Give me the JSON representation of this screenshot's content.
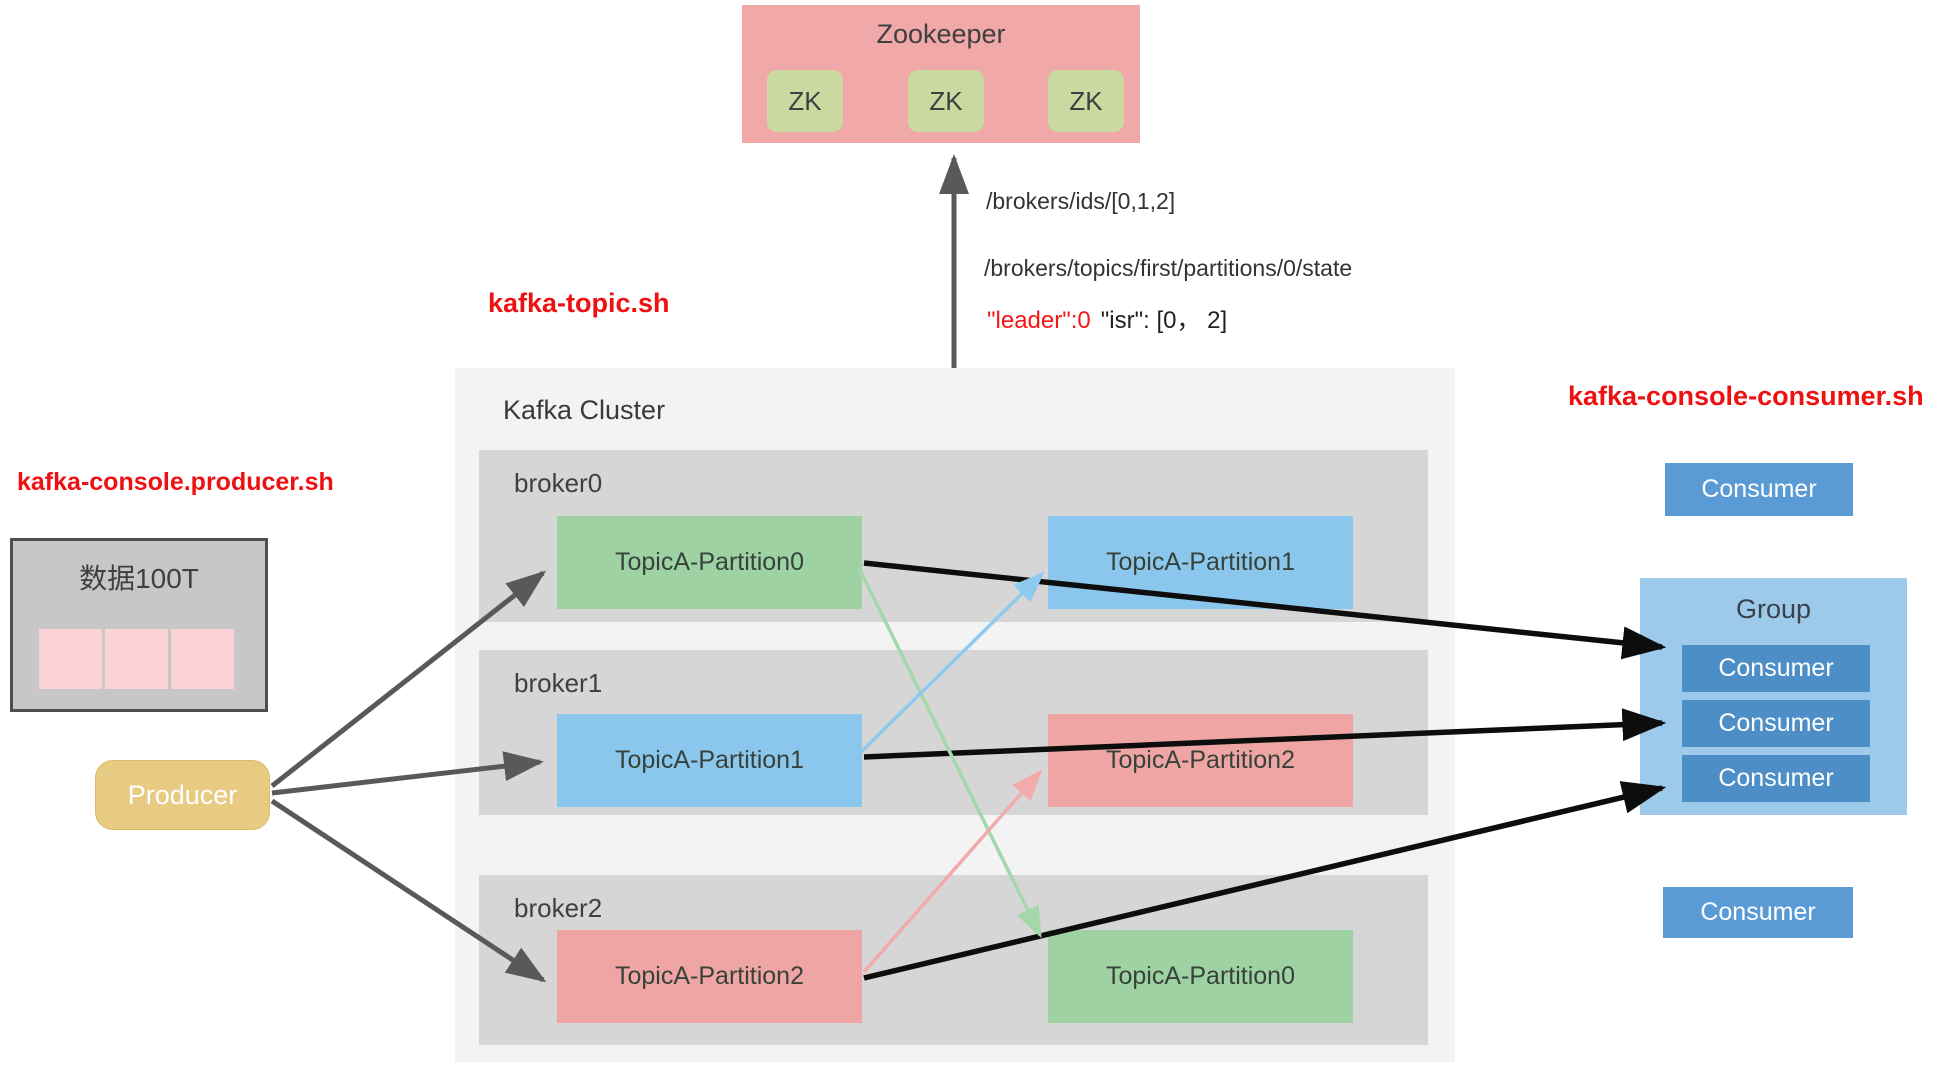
{
  "zookeeper": {
    "title": "Zookeeper",
    "nodes": [
      "ZK",
      "ZK",
      "ZK"
    ]
  },
  "zk_annotations": {
    "line1": "/brokers/ids/[0,1,2]",
    "line2": "/brokers/topics/first/partitions/0/state",
    "leader_red": "\"leader\":0",
    "isr_black": "\"isr\": [0， 2]"
  },
  "script_labels": {
    "topic": "kafka-topic.sh",
    "producer": "kafka-console.producer.sh",
    "consumer": "kafka-console-consumer.sh"
  },
  "cluster": {
    "title": "Kafka Cluster",
    "brokers": [
      {
        "name": "broker0",
        "partitions": [
          {
            "label": "TopicA-Partition0",
            "color": "green"
          },
          {
            "label": "TopicA-Partition1",
            "color": "blue"
          }
        ]
      },
      {
        "name": "broker1",
        "partitions": [
          {
            "label": "TopicA-Partition1",
            "color": "blue"
          },
          {
            "label": "TopicA-Partition2",
            "color": "pink"
          }
        ]
      },
      {
        "name": "broker2",
        "partitions": [
          {
            "label": "TopicA-Partition2",
            "color": "pink"
          },
          {
            "label": "TopicA-Partition0",
            "color": "green"
          }
        ]
      }
    ]
  },
  "producer": {
    "data_label": "数据100T",
    "data_segments": 3,
    "button": "Producer"
  },
  "consumers": {
    "standalone_top": "Consumer",
    "group_title": "Group",
    "group_members": [
      "Consumer",
      "Consumer",
      "Consumer"
    ],
    "standalone_bottom": "Consumer"
  },
  "colors": {
    "zookeeper_bg": "#f0a8a8",
    "zk_node_bg": "#c9d9a0",
    "cluster_bg": "#f3f3f3",
    "broker_bg": "#d6d6d6",
    "partition_green": "#9ed2a3",
    "partition_blue": "#8bc7ec",
    "partition_pink": "#f0a5a5",
    "producer_btn": "#e7cb82",
    "consumer_btn": "#5b9bd5",
    "group_bg": "#9dc9ea",
    "group_member_bg": "#4d8ec6",
    "script_label_red": "#ee1111",
    "arrow_dark": "#595959",
    "arrow_black": "#0d0d0d"
  }
}
